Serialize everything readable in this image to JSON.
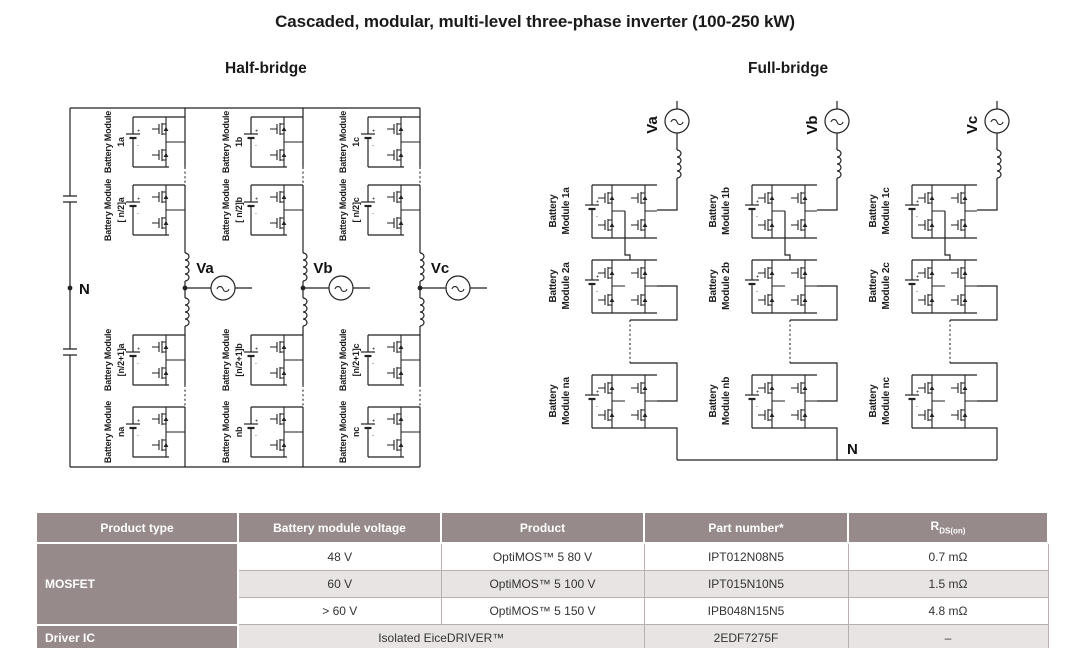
{
  "title": "Cascaded, modular, multi-level three-phase inverter (100-250 kW)",
  "sym": {
    "plus": "+",
    "minus": "-"
  },
  "hb": {
    "heading": "Half-bridge",
    "neutral": "N",
    "phases": [
      {
        "source": "Va",
        "modules": [
          {
            "l1": "Battery Module",
            "l2": "1a"
          },
          {
            "l1": "Battery Module",
            "l2": "[ n/2]a"
          },
          {
            "l1": "Battery Module",
            "l2": "[n/2+1]a"
          },
          {
            "l1": "Battery Module",
            "l2": "na"
          }
        ]
      },
      {
        "source": "Vb",
        "modules": [
          {
            "l1": "Battery Module",
            "l2": "1b"
          },
          {
            "l1": "Battery Module",
            "l2": "[ n/2]b"
          },
          {
            "l1": "Battery Module",
            "l2": "[n/2+1]b"
          },
          {
            "l1": "Battery Module",
            "l2": "nb"
          }
        ]
      },
      {
        "source": "Vc",
        "modules": [
          {
            "l1": "Battery Module",
            "l2": "1c"
          },
          {
            "l1": "Battery Module",
            "l2": "[ n/2]c"
          },
          {
            "l1": "Battery Module",
            "l2": "[n/2+1]c"
          },
          {
            "l1": "Battery Module",
            "l2": "nc"
          }
        ]
      }
    ]
  },
  "fb": {
    "heading": "Full-bridge",
    "neutral": "N",
    "phases": [
      {
        "source": "Va",
        "modules": [
          {
            "l1": "Battery",
            "l2": "Module 1a"
          },
          {
            "l1": "Battery",
            "l2": "Module 2a"
          },
          {
            "l1": "Battery",
            "l2": "Module na"
          }
        ]
      },
      {
        "source": "Vb",
        "modules": [
          {
            "l1": "Battery",
            "l2": "Module 1b"
          },
          {
            "l1": "Battery",
            "l2": "Module 2b"
          },
          {
            "l1": "Battery",
            "l2": "Module nb"
          }
        ]
      },
      {
        "source": "Vc",
        "modules": [
          {
            "l1": "Battery",
            "l2": "Module 1c"
          },
          {
            "l1": "Battery",
            "l2": "Module 2c"
          },
          {
            "l1": "Battery",
            "l2": "Module nc"
          }
        ]
      }
    ]
  },
  "table": {
    "headers": {
      "product_type": "Product type",
      "voltage": "Battery module voltage",
      "product": "Product",
      "part": "Part number*",
      "rds_main": "R",
      "rds_sub": "DS(on)"
    },
    "mosfet_label": "MOSFET",
    "mosfet_rows": [
      {
        "voltage": "48 V",
        "product": "OptiMOS™ 5 80 V",
        "part": "IPT012N08N5",
        "rds": "0.7 mΩ"
      },
      {
        "voltage": "60 V",
        "product": "OptiMOS™ 5 100 V",
        "part": "IPT015N10N5",
        "rds": "1.5 mΩ"
      },
      {
        "voltage": "> 60 V",
        "product": "OptiMOS™ 5 150 V",
        "part": "IPB048N15N5",
        "rds": "4.8 mΩ"
      }
    ],
    "driver_label": "Driver IC",
    "driver_row": {
      "product": "Isolated EiceDRIVER™",
      "part": "2EDF7275F",
      "rds": "–"
    }
  },
  "colors": {
    "table_header_bg": "#978a8a",
    "table_alt_row": "#e8e4e3"
  }
}
